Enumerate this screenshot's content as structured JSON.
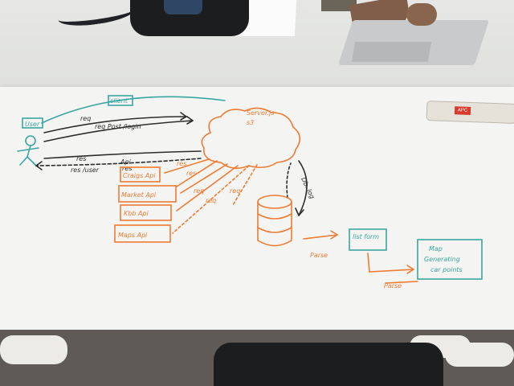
{
  "scene": "whiteboard",
  "ink_colors": {
    "teal": "#3aa6a1",
    "orange": "#ee7b34",
    "black": "#2d2d2d"
  },
  "labels": {
    "user": "User",
    "client": "client",
    "req_top": "req",
    "req_post": "req Post /login",
    "res_user": "res /user",
    "res_lower": "res",
    "api": "Api",
    "res_small": "res",
    "server": "Server.js",
    "server_sub": "s3",
    "apis": [
      "Craigs Api",
      "Market Api",
      "Kbb Api",
      "Maps Api"
    ],
    "req_res": [
      "res",
      "res",
      "req",
      "req",
      "req"
    ],
    "db_arrow": "Db. log",
    "parse1": "Parse",
    "parse2": "Parse",
    "list_form": "list form",
    "map_text1": "Map",
    "map_text2": "Generating",
    "map_text3": "car points",
    "power_brand": "APC"
  }
}
